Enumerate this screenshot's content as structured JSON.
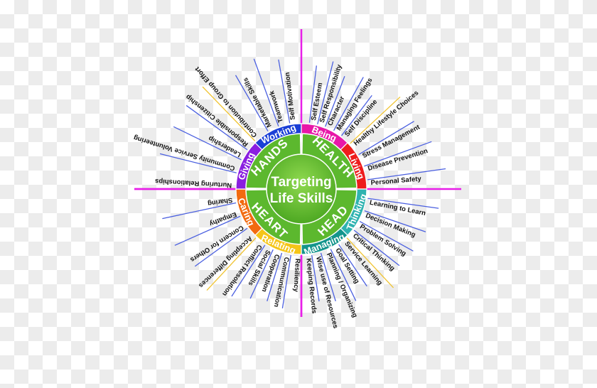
{
  "center": {
    "title_line1": "Targeting",
    "title_line2": "Life Skills"
  },
  "colors": {
    "green": "#5cb82e",
    "green_dark": "#3f8f1c",
    "ray_blue": "#4a5fe0",
    "ray_yellow": "#f0c330",
    "ray_magenta": "#e81ee8"
  },
  "quadrants": [
    {
      "label": "HANDS",
      "angle": -45
    },
    {
      "label": "HEALTH",
      "angle": 45
    },
    {
      "label": "HEAD",
      "angle": 135
    },
    {
      "label": "HEART",
      "angle": 225
    }
  ],
  "ring": [
    {
      "label": "Working",
      "color": "#1a3fd6",
      "start": -45,
      "end": 0
    },
    {
      "label": "Being",
      "color": "#e817a8",
      "start": 0,
      "end": 45
    },
    {
      "label": "Living",
      "color": "#ee1c1c",
      "start": 45,
      "end": 90
    },
    {
      "label": "Thinking",
      "color": "#2fb3b0",
      "start": 90,
      "end": 135
    },
    {
      "label": "Managing",
      "color": "#14958c",
      "start": 135,
      "end": 180
    },
    {
      "label": "Relating",
      "color": "#f5c518",
      "start": 180,
      "end": 225
    },
    {
      "label": "Caring",
      "color": "#f26a10",
      "start": 225,
      "end": 270
    },
    {
      "label": "Giving",
      "color": "#8a1ee0",
      "start": 270,
      "end": 315
    }
  ],
  "skills": [
    {
      "label": "Self Esteem",
      "angle": 7,
      "len": 175,
      "ray": "blue"
    },
    {
      "label": "Self Responsibility",
      "angle": 14,
      "len": 185,
      "ray": "blue"
    },
    {
      "label": "Character",
      "angle": 21,
      "len": 170,
      "ray": "blue"
    },
    {
      "label": "Managing Feelings",
      "angle": 29,
      "len": 180,
      "ray": "blue"
    },
    {
      "label": "Self Discipline",
      "angle": 37,
      "len": 165,
      "ray": "blue"
    },
    {
      "label": "Healthy Lifestyle Choices",
      "angle": 47,
      "len": 190,
      "ray": "yellow"
    },
    {
      "label": "Stress Management",
      "angle": 59,
      "len": 185,
      "ray": "blue"
    },
    {
      "label": "Disease Prevention",
      "angle": 70,
      "len": 195,
      "ray": "blue"
    },
    {
      "label": "Personal Safety",
      "angle": 82,
      "len": 205,
      "ray": "blue"
    },
    {
      "label": "Learning to Learn",
      "angle": 98,
      "len": 195,
      "ray": "blue"
    },
    {
      "label": "Decision Making",
      "angle": 109,
      "len": 185,
      "ray": "blue"
    },
    {
      "label": "Problem Solving",
      "angle": 119,
      "len": 180,
      "ray": "blue"
    },
    {
      "label": "Critical Thinking",
      "angle": 128,
      "len": 175,
      "ray": "blue"
    },
    {
      "label": "Service Learning",
      "angle": 137,
      "len": 190,
      "ray": "yellow"
    },
    {
      "label": "Goal Setting",
      "angle": 146,
      "len": 165,
      "ray": "blue"
    },
    {
      "label": "Planning / Organizing",
      "angle": 154,
      "len": 175,
      "ray": "blue"
    },
    {
      "label": "Wise use of Resources",
      "angle": 163,
      "len": 165,
      "ray": "blue"
    },
    {
      "label": "Keeping Records",
      "angle": 171,
      "len": 160,
      "ray": "blue"
    },
    {
      "label": "Resiliency",
      "angle": 180,
      "len": 180,
      "ray": "magenta"
    },
    {
      "label": "Communication",
      "angle": 189,
      "len": 170,
      "ray": "blue"
    },
    {
      "label": "Cooperation",
      "angle": 197,
      "len": 165,
      "ray": "blue"
    },
    {
      "label": "Social Skills",
      "angle": 205,
      "len": 170,
      "ray": "blue"
    },
    {
      "label": "Conflict Resolution",
      "angle": 213,
      "len": 180,
      "ray": "blue"
    },
    {
      "label": "Accepting Differences",
      "angle": 223,
      "len": 195,
      "ray": "yellow"
    },
    {
      "label": "Concern for Others",
      "angle": 234,
      "len": 185,
      "ray": "blue"
    },
    {
      "label": "Empathy",
      "angle": 246,
      "len": 195,
      "ray": "blue"
    },
    {
      "label": "Sharing",
      "angle": 258,
      "len": 200,
      "ray": "blue"
    },
    {
      "label": "Nurturing Relationships",
      "angle": 270,
      "len": 235,
      "ray": "magenta"
    },
    {
      "label": "Community Service Volunteering",
      "angle": 284,
      "len": 205,
      "ray": "blue"
    },
    {
      "label": "Leadership",
      "angle": 296,
      "len": 200,
      "ray": "blue"
    },
    {
      "label": "Responsible Citizenship",
      "angle": 306,
      "len": 200,
      "ray": "blue"
    },
    {
      "label": "Contribution to Group Effort",
      "angle": 316,
      "len": 200,
      "ray": "yellow"
    },
    {
      "label": "Marketable Skills",
      "angle": 330,
      "len": 185,
      "ray": "blue"
    },
    {
      "label": "Teamwork",
      "angle": 340,
      "len": 195,
      "ray": "blue"
    },
    {
      "label": "Self Motivation",
      "angle": 350,
      "len": 185,
      "ray": "blue"
    }
  ],
  "axes": [
    {
      "angle": 0,
      "len": 225
    },
    {
      "angle": 90,
      "len": 225
    },
    {
      "angle": 180,
      "len": 180
    },
    {
      "angle": 270,
      "len": 235
    }
  ]
}
